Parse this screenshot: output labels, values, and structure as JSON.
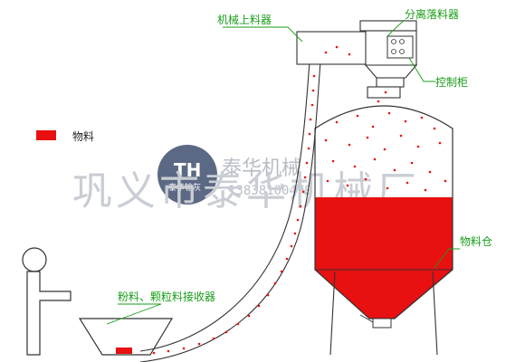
{
  "labels": {
    "lifter": "机械上料器",
    "separator": "分离落料器",
    "control": "控制柜",
    "silo": "物料仓",
    "receiver": "粉料、颗粒料接收器"
  },
  "legend": {
    "label": "物料",
    "color": "#e81010"
  },
  "watermark": {
    "logo": "TH",
    "logo_sub": "泰华输灰",
    "brand": "泰华机械",
    "phone": "13838100479",
    "company": "巩义市泰华机械厂"
  },
  "colors": {
    "material": "#e81010",
    "label_green": "#1a9e1a",
    "line": "#333333"
  }
}
